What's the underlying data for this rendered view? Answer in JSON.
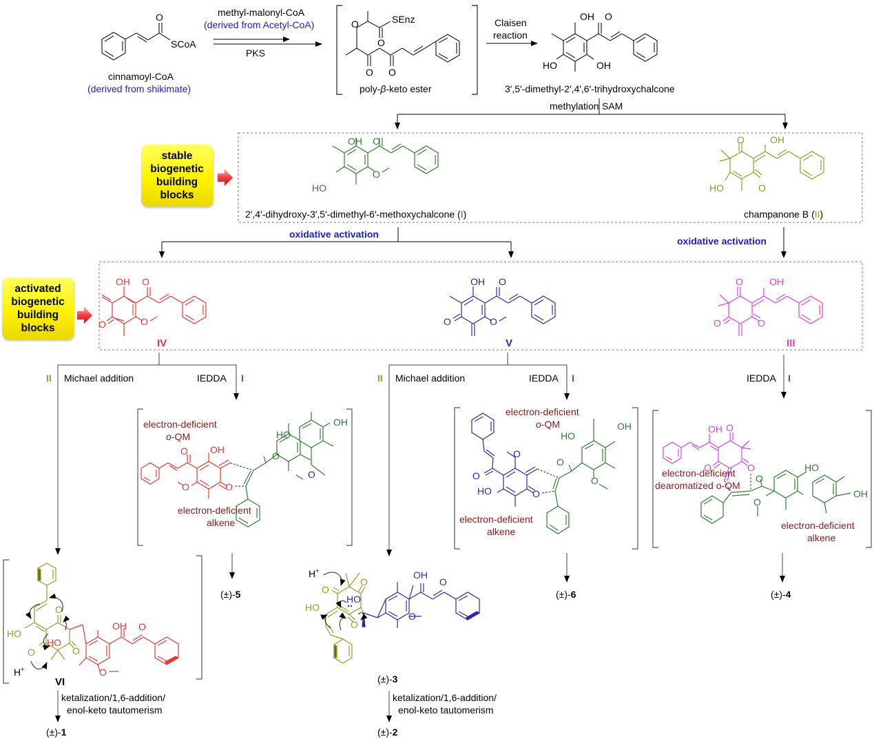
{
  "colors": {
    "black": "#000000",
    "label_blue": "#2020c0",
    "compound_I_green": "#2e7d32",
    "compound_II_olive": "#9a9a2a",
    "compound_IV_red": "#e53935",
    "compound_V_blue": "#2a2aa8",
    "compound_III_magenta": "#e040e0",
    "annotation_darkred": "#8b1a1a",
    "badge_yellow": "#fff200",
    "red_box_dash": "#e05050",
    "gray_box_dash": "#777777"
  },
  "top_row": {
    "start_name": "cinnamoyl-CoA",
    "start_origin": "(derived from shikimate)",
    "start_group": "SCoA",
    "start_carbonyl": "O",
    "reagent": "methyl-malonyl-CoA",
    "reagent_origin": "(derived from Acetyl-CoA)",
    "enzyme": "PKS",
    "intermediate_name_prefix": "poly-",
    "intermediate_name_beta": "β",
    "intermediate_name_suffix": "-keto ester",
    "intermediate_group": "SEnz",
    "claisen_line1": "Claisen",
    "claisen_line2": "reaction",
    "chalcone_name": "3′,5′-dimethyl-2′,4′,6′-trihydroxychalcone",
    "methylation": "methylation",
    "sam": "SAM"
  },
  "stable_row": {
    "badge": [
      "stable",
      "biogenetic",
      "building",
      "blocks"
    ],
    "compound_I_name": "2′,4′-dihydroxy-3′,5′-dimethyl-6′-methoxychalcone (",
    "compound_I_numeral": "I",
    "compound_II_name": "champanone B (",
    "compound_II_numeral": "II",
    "close_paren": ")",
    "oxidative_left": "oxidative activation",
    "oxidative_right": "oxidative activation"
  },
  "activated_row": {
    "badge": [
      "activated",
      "biogenetic",
      "building",
      "blocks"
    ],
    "compound_IV": "IV",
    "compound_V": "V",
    "compound_III": "III"
  },
  "branches": {
    "michael": "Michael addition",
    "iedda": "IEDDA",
    "partner_II": "II",
    "partner_I": "I"
  },
  "intermediates": {
    "ed_oqm_line1": "electron-deficient",
    "ed_oqm_line2_prefix": "o",
    "ed_oqm_line2_suffix": "-QM",
    "ed_alkene_line1": "electron-deficient",
    "ed_alkene_line2": "alkene",
    "dearom_line1": "electron-deficient",
    "dearom_line2": "dearomatized o-QM",
    "VI": "VI",
    "h_plus": "H",
    "plus": "+"
  },
  "products": {
    "pm": "(±)-",
    "p1": "1",
    "p2": "2",
    "p3": "3",
    "p4": "4",
    "p5": "5",
    "p6": "6",
    "cascade_line1": "ketalization/1,6-addition/",
    "cascade_line2": "enol-keto tautomerism"
  },
  "atoms": {
    "O": "O",
    "OH": "OH",
    "HO": "HO"
  }
}
